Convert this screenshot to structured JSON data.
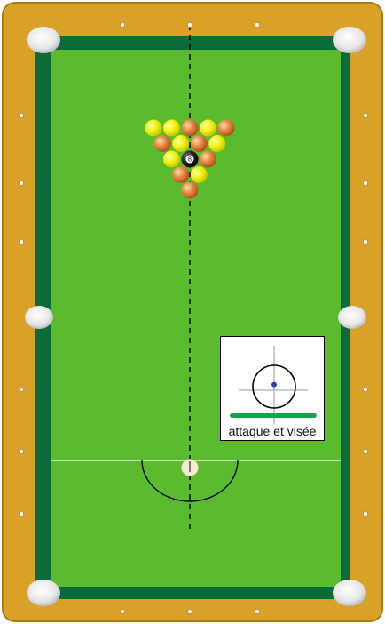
{
  "game": "billiards",
  "colors": {
    "rail_wood": "#d9a127",
    "rail_wood_edge": "#c08a1c",
    "cushion": "#0b6b3a",
    "felt": "#5bbb2e",
    "pocket": "#e8e8e8",
    "diamond": "#f5f5f5",
    "yellow_ball": "#f2f20f",
    "orange_ball": "#e07a3a",
    "black_ball": "#222222",
    "cue_ball": "#f4ecd0",
    "aim_bar": "#16a34a",
    "target_dot": "#3a3ab0"
  },
  "table": {
    "pockets": 6,
    "head_string": true,
    "aim_line": "dashed"
  },
  "balls": {
    "rack": [
      [
        "yellow",
        "yellow",
        "orange",
        "yellow",
        "orange"
      ],
      [
        "orange",
        "yellow",
        "orange",
        "yellow"
      ],
      [
        "yellow",
        "black",
        "orange"
      ],
      [
        "orange",
        "yellow"
      ],
      [
        "orange"
      ]
    ],
    "black_ball_number": "8",
    "cue_ball": "cue"
  },
  "aim_panel": {
    "label": "attaque et visée",
    "impact": {
      "x": 0.0,
      "y": -0.05
    }
  }
}
